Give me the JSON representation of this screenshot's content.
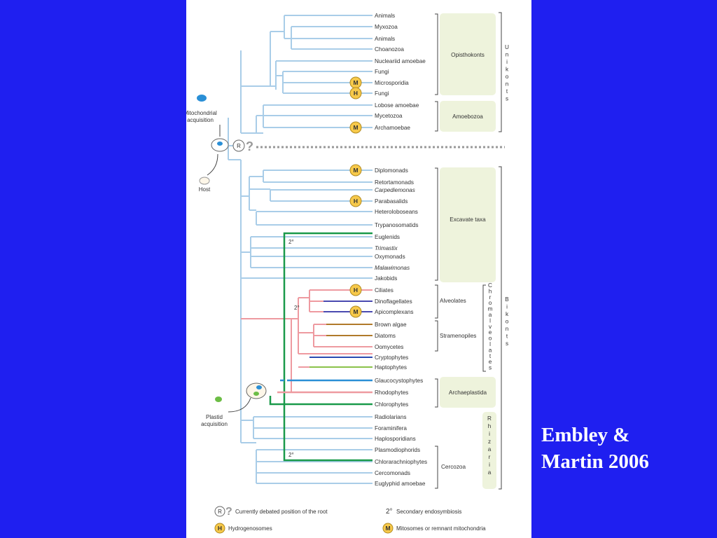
{
  "citation": {
    "line1": "Embley &",
    "line2": "Martin 2006"
  },
  "figure": {
    "taxa": [
      {
        "label": "Animals",
        "italic": false,
        "badge": ""
      },
      {
        "label": "Myxozoa",
        "italic": false,
        "badge": ""
      },
      {
        "label": "Animals",
        "italic": false,
        "badge": ""
      },
      {
        "label": "Choanozoa",
        "italic": false,
        "badge": ""
      },
      {
        "label": "Nucleariid amoebae",
        "italic": false,
        "badge": ""
      },
      {
        "label": "Fungi",
        "italic": false,
        "badge": ""
      },
      {
        "label": "Microsporidia",
        "italic": false,
        "badge": "M"
      },
      {
        "label": "Fungi",
        "italic": false,
        "badge": "H"
      },
      {
        "label": "Lobose amoebae",
        "italic": false,
        "badge": ""
      },
      {
        "label": "Mycetozoa",
        "italic": false,
        "badge": ""
      },
      {
        "label": "Archamoebae",
        "italic": false,
        "badge": "M"
      },
      {
        "label": "Diplomonads",
        "italic": false,
        "badge": "M"
      },
      {
        "label": "Retortamonads",
        "italic": false,
        "badge": ""
      },
      {
        "label": "Carpediemonas",
        "italic": true,
        "badge": ""
      },
      {
        "label": "Parabasalids",
        "italic": false,
        "badge": "H"
      },
      {
        "label": "Heteroloboseans",
        "italic": false,
        "badge": ""
      },
      {
        "label": "Trypanosomatids",
        "italic": false,
        "badge": ""
      },
      {
        "label": "Euglenids",
        "italic": false,
        "badge": ""
      },
      {
        "label": "Trimastix",
        "italic": true,
        "badge": ""
      },
      {
        "label": "Oxymonads",
        "italic": false,
        "badge": ""
      },
      {
        "label": "Malawimonas",
        "italic": true,
        "badge": ""
      },
      {
        "label": "Jakobids",
        "italic": false,
        "badge": ""
      },
      {
        "label": "Ciliates",
        "italic": false,
        "badge": "H"
      },
      {
        "label": "Dinoflagellates",
        "italic": false,
        "badge": ""
      },
      {
        "label": "Apicomplexans",
        "italic": false,
        "badge": "M"
      },
      {
        "label": "Brown algae",
        "italic": false,
        "badge": ""
      },
      {
        "label": "Diatoms",
        "italic": false,
        "badge": ""
      },
      {
        "label": "Oomycetes",
        "italic": false,
        "badge": ""
      },
      {
        "label": "Cryptophytes",
        "italic": false,
        "badge": ""
      },
      {
        "label": "Haptophytes",
        "italic": false,
        "badge": ""
      },
      {
        "label": "Glaucocystophytes",
        "italic": false,
        "badge": ""
      },
      {
        "label": "Rhodophytes",
        "italic": false,
        "badge": ""
      },
      {
        "label": "Chlorophytes",
        "italic": false,
        "badge": ""
      },
      {
        "label": "Radiolarians",
        "italic": false,
        "badge": ""
      },
      {
        "label": "Foraminifera",
        "italic": false,
        "badge": ""
      },
      {
        "label": "Haplosporidians",
        "italic": false,
        "badge": ""
      },
      {
        "label": "Plasmodiophorids",
        "italic": false,
        "badge": ""
      },
      {
        "label": "Chlorarachniophytes",
        "italic": false,
        "badge": ""
      },
      {
        "label": "Cercomonads",
        "italic": false,
        "badge": ""
      },
      {
        "label": "Euglyphid amoebae",
        "italic": false,
        "badge": ""
      }
    ],
    "groups": [
      {
        "label": "Opisthokonts"
      },
      {
        "label": "Amoebozoa"
      },
      {
        "label": "Excavate taxa"
      },
      {
        "label": "Alveolates"
      },
      {
        "label": "Stramenopiles"
      },
      {
        "label": "Archaeplastida"
      },
      {
        "label": "Cercozoa"
      }
    ],
    "supergroups": [
      {
        "label": "Unikonts"
      },
      {
        "label": "Bikonts"
      },
      {
        "label": "Chromalveolates"
      },
      {
        "label": "Rhizaria"
      }
    ],
    "annotations": {
      "mito": "Mitochondrial acquisition",
      "mito_line1": "Mitochondrial",
      "mito_line2": "acquisition",
      "host": "Host",
      "plastid_line1": "Plastid",
      "plastid_line2": "acquisition",
      "root": "R",
      "question": "?",
      "secondary": "2°"
    },
    "legend": {
      "root_desc": "Currently debated position of the root",
      "secondary_symbol": "2°",
      "secondary_desc": "Secondary endosymbiosis",
      "h_symbol": "H",
      "h_desc": "Hydrogenosomes",
      "m_symbol": "M",
      "m_desc": "Mitosomes or remnant mitochondria"
    },
    "colors": {
      "tree": "#a9cde8",
      "green": "#1a9a4a",
      "pink": "#ee9aa0",
      "badge": "#f7c94a",
      "groupbox": "#eef3dc",
      "mito": "#2a8fd6",
      "plastid": "#6cbd45",
      "background": "#1f1ff0"
    }
  }
}
